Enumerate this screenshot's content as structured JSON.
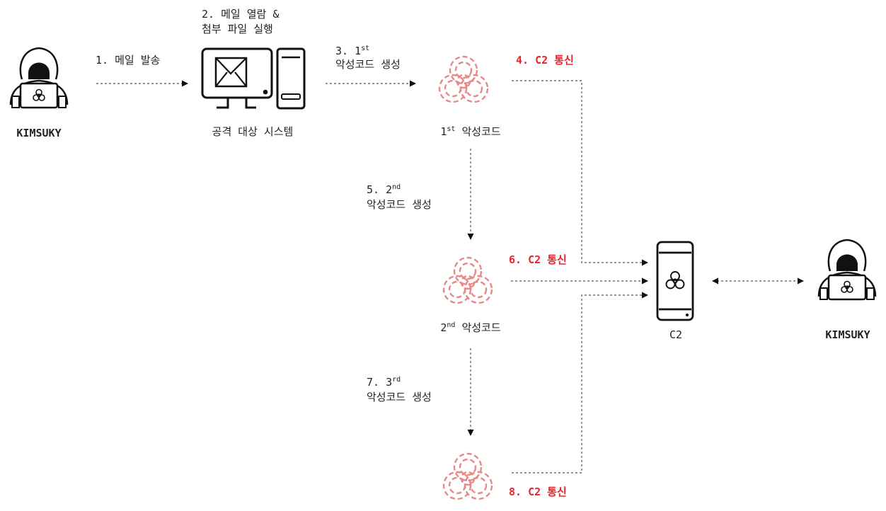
{
  "attacker_left": {
    "label": "KIMSUKY"
  },
  "attacker_right": {
    "label": "KIMSUKY"
  },
  "target_system": {
    "label": "공격 대상 시스템"
  },
  "c2_server": {
    "label": "C2"
  },
  "steps": {
    "s1": "1. 메일 발송",
    "s2_line1": "2. 메일 열람 &",
    "s2_line2": "첨부 파일 실행",
    "s3_prefix": "3. 1",
    "s3_sup": "st",
    "s3_line2": "악성코드 생성",
    "s4": "4. C2 통신",
    "s5_prefix": "5. 2",
    "s5_sup": "nd",
    "s5_line2": "악성코드 생성",
    "s6": "6. C2 통신",
    "s7_prefix": "7. 3",
    "s7_sup": "rd",
    "s7_line2": "악성코드 생성",
    "s8": "8. C2 통신"
  },
  "malware": {
    "first": {
      "ord": "1",
      "sup": "st",
      "label": "악성코드"
    },
    "second": {
      "ord": "2",
      "sup": "nd",
      "label": "악성코드"
    },
    "third": {}
  },
  "colors": {
    "alert": "#e8252a",
    "biohazard": "#e58a86",
    "line": "#555555",
    "icon": "#111111"
  }
}
